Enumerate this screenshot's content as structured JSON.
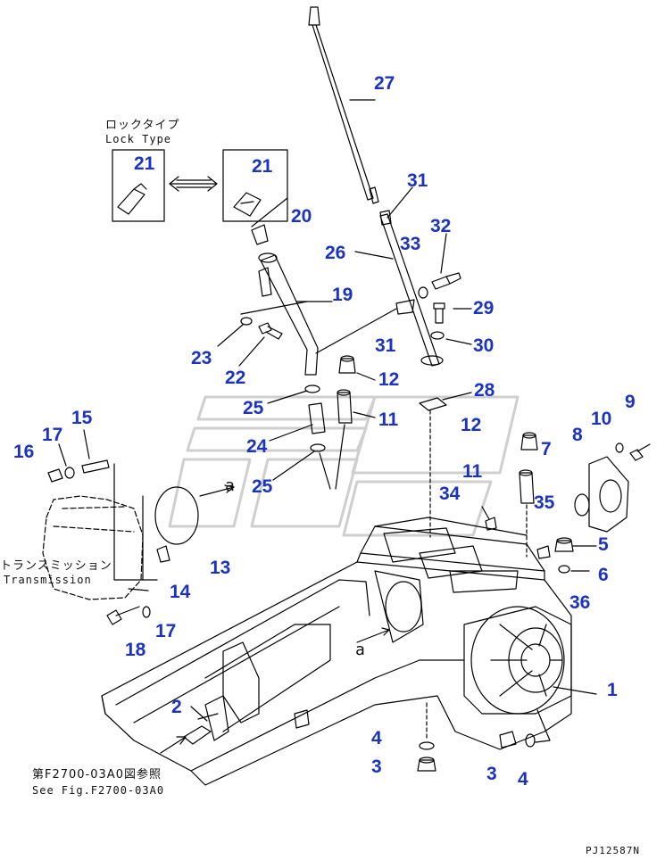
{
  "labels": {
    "lock_type_jp": "ロックタイプ",
    "lock_type_en": "Lock Type",
    "transmission_jp": "トランスミッション",
    "transmission_en": "Transmission",
    "see_fig_jp": "第F2700-03A0図参照",
    "see_fig_en": "See Fig.F2700-03A0",
    "ref_a_1": "a",
    "ref_a_2": "a",
    "drawing_no": "PJ12587N"
  },
  "callouts": {
    "c27": "27",
    "c31a": "31",
    "c20": "20",
    "c21a": "21",
    "c21b": "21",
    "c32": "32",
    "c26": "26",
    "c33": "33",
    "c19": "19",
    "c29": "29",
    "c31b": "31",
    "c30": "30",
    "c23": "23",
    "c22": "22",
    "c12a": "12",
    "c28": "28",
    "c25a": "25",
    "c11a": "11",
    "c9": "9",
    "c10": "10",
    "c15": "15",
    "c17a": "17",
    "c16": "16",
    "c24": "24",
    "c12b": "12",
    "c8": "8",
    "c7": "7",
    "c25b": "25",
    "c11b": "11",
    "c34": "34",
    "c35": "35",
    "c5": "5",
    "c13": "13",
    "c14": "14",
    "c6": "6",
    "c36": "36",
    "c18": "18",
    "c17b": "17",
    "c1": "1",
    "c2": "2",
    "c4a": "4",
    "c3a": "3",
    "c3b": "3",
    "c4b": "4"
  },
  "colors": {
    "callout": "#1a33c4",
    "line": "#000000",
    "background": "#ffffff",
    "watermark": "#e0e0e0"
  }
}
